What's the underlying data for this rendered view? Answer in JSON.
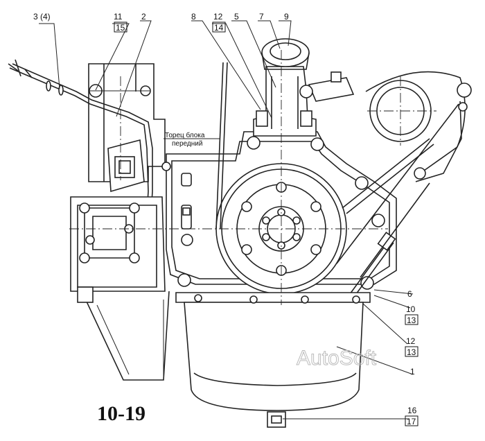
{
  "figure": {
    "number": "10-19"
  },
  "annotations": {
    "block_face_line1": "Торец блока",
    "block_face_line2": "передний"
  },
  "watermark": "AutoSoft",
  "callouts": {
    "c_3_4": "3 (4)",
    "c_11": "11",
    "c_15": "15",
    "c_2": "2",
    "c_8": "8",
    "c_12_top": "12",
    "c_14": "14",
    "c_5": "5",
    "c_7": "7",
    "c_9": "9",
    "c_6": "6",
    "c_10": "10",
    "c_13_a": "13",
    "c_12_b": "12",
    "c_13_b": "13",
    "c_1": "1",
    "c_16": "16",
    "c_17": "17"
  }
}
